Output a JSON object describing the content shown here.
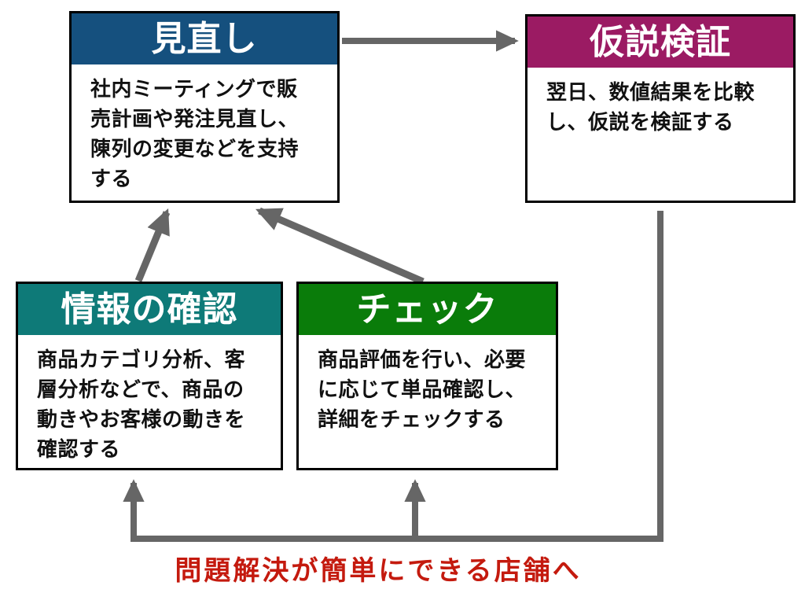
{
  "diagram": {
    "kind": "process-cycle-flowchart",
    "colors": {
      "minaoshi_header": "#15507E",
      "kasetsu_header": "#9B1B63",
      "joho_header": "#0E7A78",
      "check_header": "#0A7C0A",
      "arrow_gray": "#666666",
      "footer_red": "#C41A0E",
      "box_border": "#000000",
      "body_text": "#111111"
    }
  },
  "boxes": [
    {
      "id": "minaoshi",
      "title": "見直し",
      "body": "社内ミーティングで販\n売計画や発注見直し、\n陳列の変更などを支持\nする"
    },
    {
      "id": "kasetsu-kensho",
      "title": "仮説検証",
      "body": "翌日、数値結果を比較\nし、仮説を検証する"
    },
    {
      "id": "joho-no-kakunin",
      "title": "情報の確認",
      "body": "商品カテゴリ分析、客\n層分析などで、商品の\n動きやお客様の動きを\n確認する"
    },
    {
      "id": "check",
      "title": "チェック",
      "body": "商品評価を行い、必要\nに応じて単品確認し、\n詳細をチェックする"
    }
  ],
  "arrows": [
    {
      "from": "minaoshi",
      "to": "kasetsu-kensho",
      "style": "straight-right"
    },
    {
      "from": "joho-no-kakunin",
      "to": "minaoshi",
      "style": "diagonal-up"
    },
    {
      "from": "check",
      "to": "minaoshi",
      "style": "diagonal-up"
    },
    {
      "from": "kasetsu-kensho",
      "to": "joho-no-kakunin",
      "style": "down-left-up-elbow"
    },
    {
      "from": "kasetsu-kensho",
      "to": "check",
      "style": "elbow-branch-up"
    }
  ],
  "footer": {
    "label": "問題解決が簡単にできる店舗へ"
  }
}
